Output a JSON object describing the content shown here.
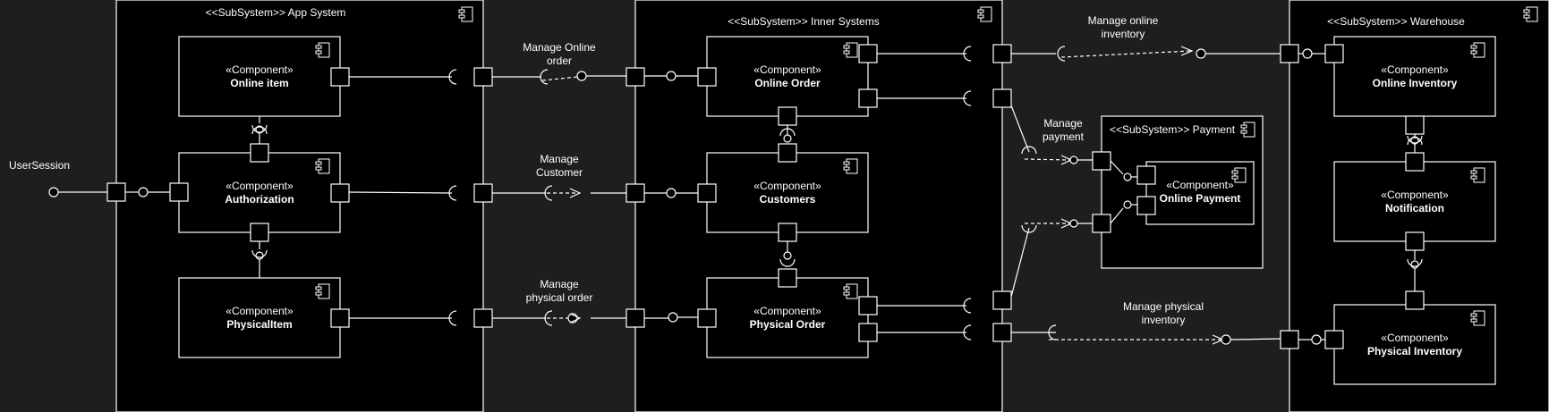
{
  "subsystems": {
    "app": "<<SubSystem>> App System",
    "inner": "<<SubSystem>> Inner Systems",
    "warehouse": "<<SubSystem>> Warehouse",
    "payment": "<<SubSystem>> Payment"
  },
  "stereotype": "«Component»",
  "components": {
    "online_item": "Online item",
    "authorization": "Authorization",
    "physical_item": "PhysicalItem",
    "online_order": "Online Order",
    "customers": "Customers",
    "physical_order": "Physical Order",
    "online_payment": "Online Payment",
    "online_inventory": "Online Inventory",
    "notification": "Notification",
    "physical_inventory": "Physical Inventory"
  },
  "actor": "UserSession",
  "connectors": {
    "manage_online_order": [
      "Manage Online",
      "order"
    ],
    "manage_customer": [
      "Manage",
      "Customer"
    ],
    "manage_physical_order": [
      "Manage",
      "physical order"
    ],
    "manage_online_inventory": [
      "Manage online",
      "inventory"
    ],
    "manage_payment": [
      "Manage",
      "payment"
    ],
    "manage_physical_inventory": [
      "Manage physical",
      "inventory"
    ]
  },
  "colors": {
    "background": "#1e1e1e",
    "subsystem_fill": "#000000",
    "stroke": "#ffffff",
    "text": "#ffffff"
  }
}
